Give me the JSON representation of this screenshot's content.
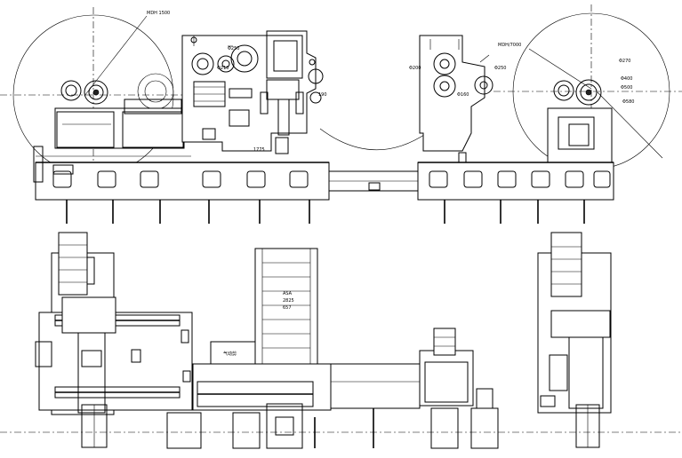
{
  "labels": {
    "coil_left": "MDH 1500",
    "coil_right": "MDH/7000",
    "d250_a": "Φ250",
    "d210": "Φ210",
    "d190": "190",
    "d200": "Φ200",
    "d160": "Φ160",
    "d250_b": "Φ250",
    "d270": "Φ270",
    "d400": "Φ400",
    "d500": "Φ500",
    "d580": "Φ580",
    "dim_1775": "1775",
    "conveyor_a": "ASA",
    "conveyor_b": "2825",
    "conveyor_c": "657",
    "center_note": "气动剪"
  }
}
